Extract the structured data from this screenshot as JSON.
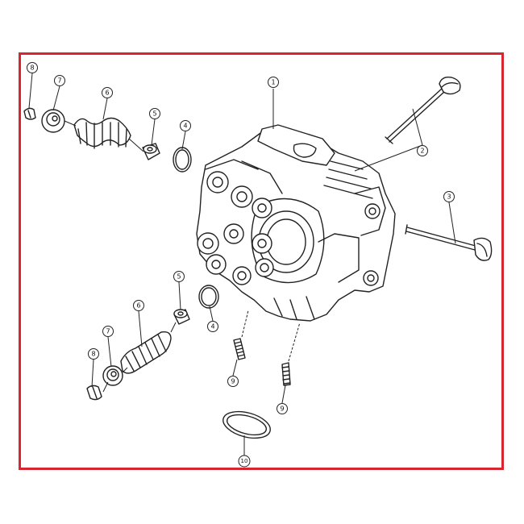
{
  "frame_color": "#d7262f",
  "callouts": {
    "c1": "1",
    "c2": "2",
    "c3": "3",
    "c4a": "4",
    "c4b": "4",
    "c5a": "5",
    "c5b": "5",
    "c6a": "6",
    "c6b": "6",
    "c7a": "7",
    "c7b": "7",
    "c8a": "8",
    "c8b": "8",
    "c9a": "9",
    "c9b": "9",
    "c10": "10"
  }
}
